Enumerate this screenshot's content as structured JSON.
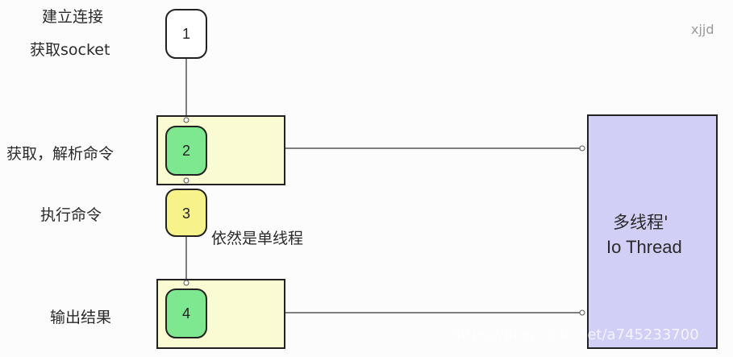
{
  "labels": {
    "step1_line1": "建立连接",
    "step1_line2": "获取socket",
    "step2": "获取，解析命令",
    "step3": "执行命令",
    "step3_note": "依然是单线程",
    "step4": "输出结果"
  },
  "nodes": [
    {
      "id": "1",
      "fill": "#ffffff"
    },
    {
      "id": "2",
      "fill": "#7de88f"
    },
    {
      "id": "3",
      "fill": "#f7f28a"
    },
    {
      "id": "4",
      "fill": "#7de88f"
    }
  ],
  "io_thread": {
    "line1": "多线程'",
    "line2": "Io Thread",
    "fill": "#d2cff7"
  },
  "corner_mark": "xjjd",
  "watermark": "https://blog.csdn.net/a745233700",
  "colors": {
    "group_box": "#fafbd2",
    "stroke": "#222222",
    "line": "#555555"
  }
}
